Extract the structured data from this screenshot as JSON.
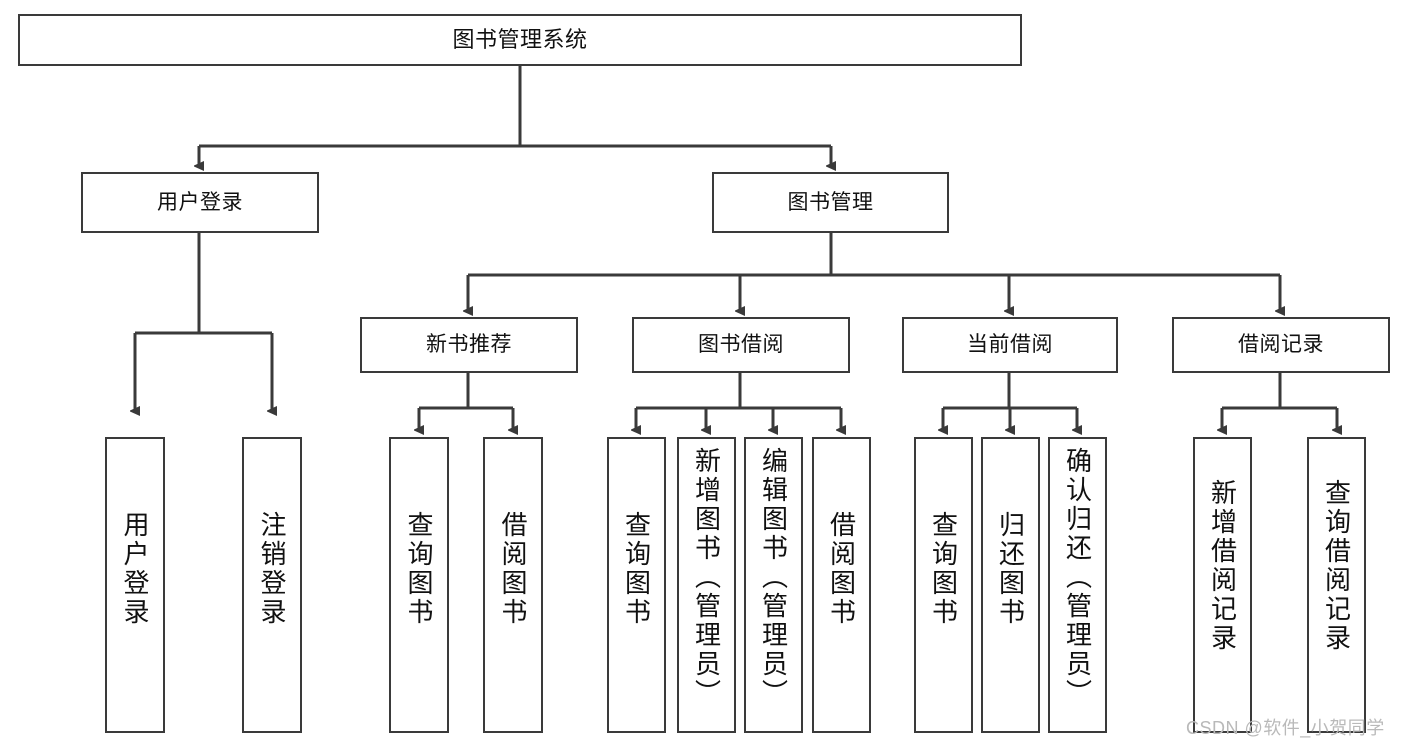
{
  "diagram": {
    "title": "图书管理系统",
    "watermark": "CSDN @软件_小贺同学",
    "colors": {
      "background": "#ffffff",
      "box_border": "#3a3a3a",
      "text": "#111111",
      "edge": "#3a3a3a",
      "watermark": "#b9b9b9"
    },
    "root": {
      "label": "图书管理系统"
    },
    "level2": [
      {
        "label": "用户登录"
      },
      {
        "label": "图书管理"
      }
    ],
    "level3": [
      {
        "label": "新书推荐"
      },
      {
        "label": "图书借阅"
      },
      {
        "label": "当前借阅"
      },
      {
        "label": "借阅记录"
      }
    ],
    "leaves": {
      "user_login": [
        {
          "label": "用户登录"
        },
        {
          "label": "注销登录"
        }
      ],
      "new_book_recommend": [
        {
          "label": "查询图书"
        },
        {
          "label": "借阅图书"
        }
      ],
      "book_borrow": [
        {
          "label": "查询图书"
        },
        {
          "label": "新增图书（管理员）"
        },
        {
          "label": "编辑图书（管理员）"
        },
        {
          "label": "借阅图书"
        }
      ],
      "current_borrow": [
        {
          "label": "查询图书"
        },
        {
          "label": "归还图书"
        },
        {
          "label": "确认归还（管理员）"
        }
      ],
      "borrow_record": [
        {
          "label": "新增借阅记录"
        },
        {
          "label": "查询借阅记录"
        }
      ]
    }
  },
  "chart_data": {
    "type": "table",
    "title": "图书管理系统 功能结构图",
    "nodes": [
      {
        "id": "root",
        "label": "图书管理系统",
        "level": 0,
        "parent": null
      },
      {
        "id": "n-user-login",
        "label": "用户登录",
        "level": 1,
        "parent": "root"
      },
      {
        "id": "n-book-manage",
        "label": "图书管理",
        "level": 1,
        "parent": "root"
      },
      {
        "id": "n-new-book",
        "label": "新书推荐",
        "level": 2,
        "parent": "n-book-manage"
      },
      {
        "id": "n-book-borrow",
        "label": "图书借阅",
        "level": 2,
        "parent": "n-book-manage"
      },
      {
        "id": "n-current-borrow",
        "label": "当前借阅",
        "level": 2,
        "parent": "n-book-manage"
      },
      {
        "id": "n-borrow-record",
        "label": "借阅记录",
        "level": 2,
        "parent": "n-book-manage"
      },
      {
        "id": "l-login",
        "label": "用户登录",
        "level": 2,
        "parent": "n-user-login"
      },
      {
        "id": "l-logout",
        "label": "注销登录",
        "level": 2,
        "parent": "n-user-login"
      },
      {
        "id": "l-nb-query",
        "label": "查询图书",
        "level": 3,
        "parent": "n-new-book"
      },
      {
        "id": "l-nb-borrow",
        "label": "借阅图书",
        "level": 3,
        "parent": "n-new-book"
      },
      {
        "id": "l-bb-query",
        "label": "查询图书",
        "level": 3,
        "parent": "n-book-borrow"
      },
      {
        "id": "l-bb-add",
        "label": "新增图书（管理员）",
        "level": 3,
        "parent": "n-book-borrow"
      },
      {
        "id": "l-bb-edit",
        "label": "编辑图书（管理员）",
        "level": 3,
        "parent": "n-book-borrow"
      },
      {
        "id": "l-bb-borrow",
        "label": "借阅图书",
        "level": 3,
        "parent": "n-book-borrow"
      },
      {
        "id": "l-cb-query",
        "label": "查询图书",
        "level": 3,
        "parent": "n-current-borrow"
      },
      {
        "id": "l-cb-return",
        "label": "归还图书",
        "level": 3,
        "parent": "n-current-borrow"
      },
      {
        "id": "l-cb-confirm",
        "label": "确认归还（管理员）",
        "level": 3,
        "parent": "n-current-borrow"
      },
      {
        "id": "l-br-add",
        "label": "新增借阅记录",
        "level": 3,
        "parent": "n-borrow-record"
      },
      {
        "id": "l-br-query",
        "label": "查询借阅记录",
        "level": 3,
        "parent": "n-borrow-record"
      }
    ]
  }
}
